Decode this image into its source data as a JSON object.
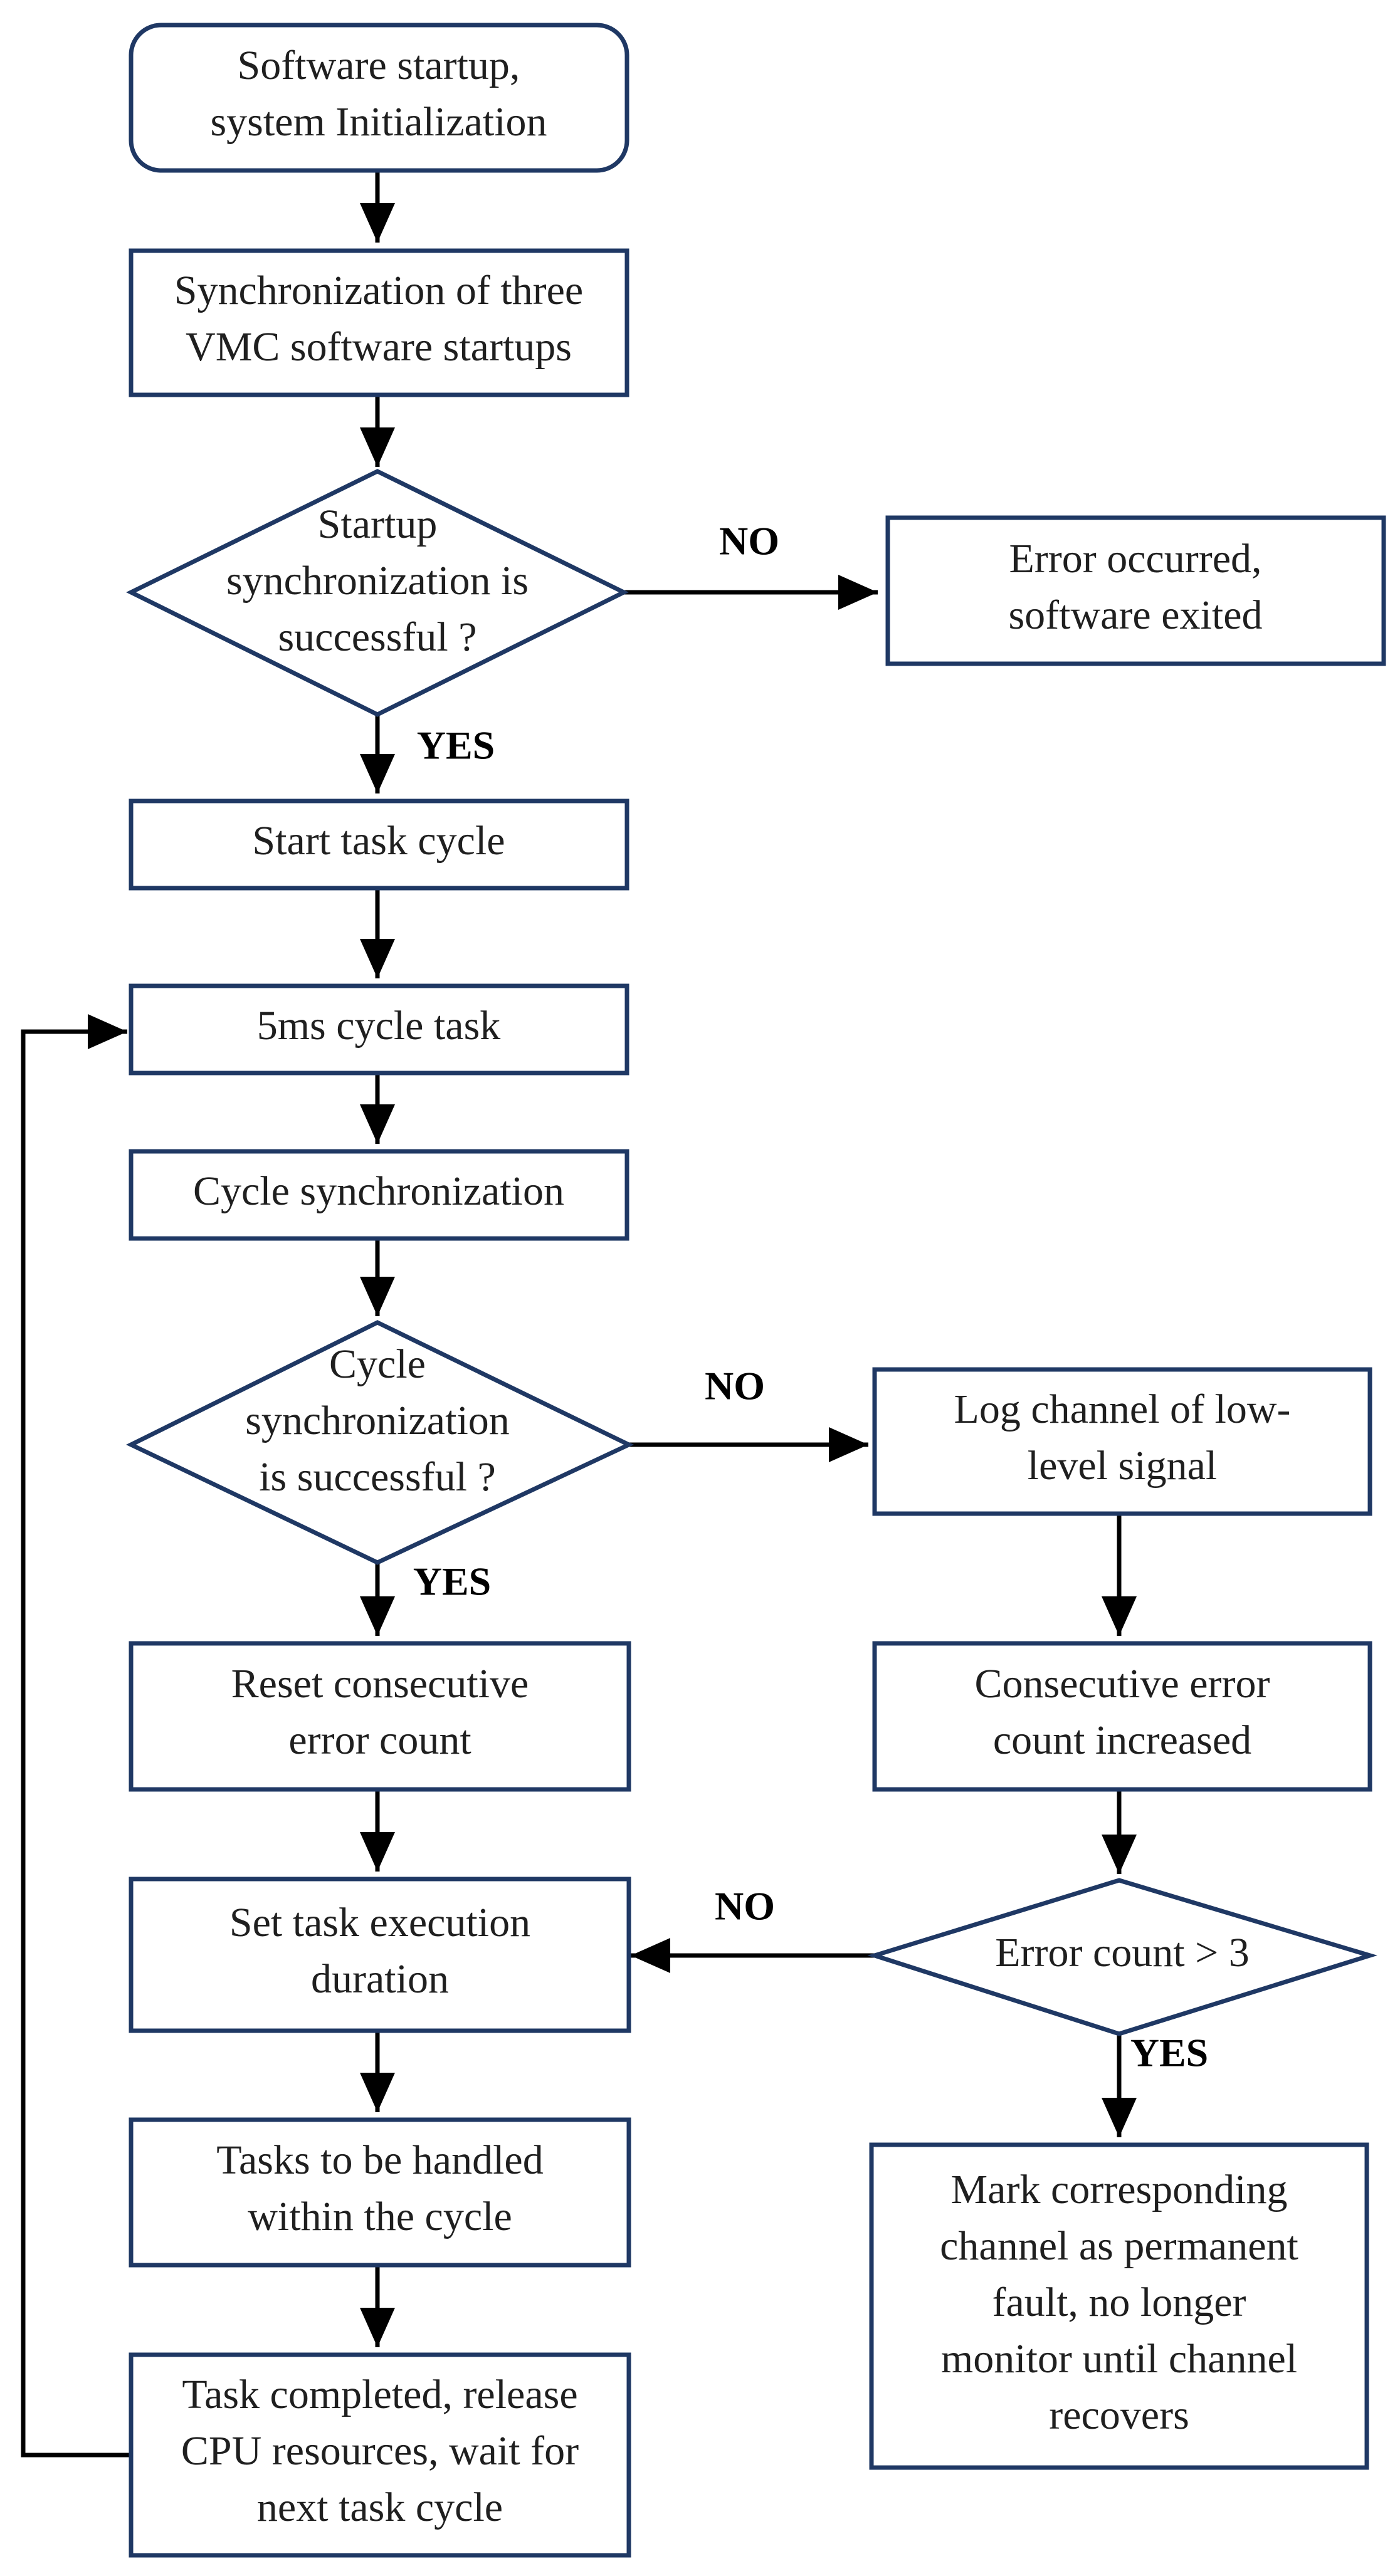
{
  "colors": {
    "border": "#1f3864",
    "arrow": "#000000",
    "text": "#1f1f1f",
    "background": "#ffffff"
  },
  "nodes": {
    "startup": {
      "lines": [
        "Software startup,",
        "system Initialization"
      ]
    },
    "sync_startups": {
      "lines": [
        "Synchronization of three",
        "VMC software startups"
      ]
    },
    "startup_sync_check": {
      "lines": [
        "Startup",
        "synchronization is",
        "successful ?"
      ]
    },
    "error_exit": {
      "lines": [
        "Error occurred,",
        "software exited"
      ]
    },
    "start_task_cycle": {
      "lines": [
        "Start task cycle"
      ]
    },
    "cycle_task_5ms": {
      "lines": [
        "5ms cycle task"
      ]
    },
    "cycle_sync": {
      "lines": [
        "Cycle synchronization"
      ]
    },
    "cycle_sync_check": {
      "lines": [
        "Cycle",
        "synchronization",
        "is successful ?"
      ]
    },
    "log_channel": {
      "lines": [
        "Log channel of low-",
        "level signal"
      ]
    },
    "reset_error_count": {
      "lines": [
        "Reset consecutive",
        "error count"
      ]
    },
    "error_count_increased": {
      "lines": [
        "Consecutive error",
        "count increased"
      ]
    },
    "set_task_duration": {
      "lines": [
        "Set task execution",
        "duration"
      ]
    },
    "error_count_check": {
      "lines": [
        "Error count > 3"
      ]
    },
    "tasks_handled": {
      "lines": [
        "Tasks to be handled",
        "within the cycle"
      ]
    },
    "mark_fault": {
      "lines": [
        "Mark corresponding",
        "channel as permanent",
        "fault, no longer",
        "monitor until channel",
        "recovers"
      ]
    },
    "task_completed": {
      "lines": [
        "Task completed, release",
        "CPU resources, wait for",
        "next task cycle"
      ]
    }
  },
  "edge_labels": {
    "startup_no": "NO",
    "startup_yes": "YES",
    "cycle_no": "NO",
    "cycle_yes": "YES",
    "count_no": "NO",
    "count_yes": "YES"
  }
}
